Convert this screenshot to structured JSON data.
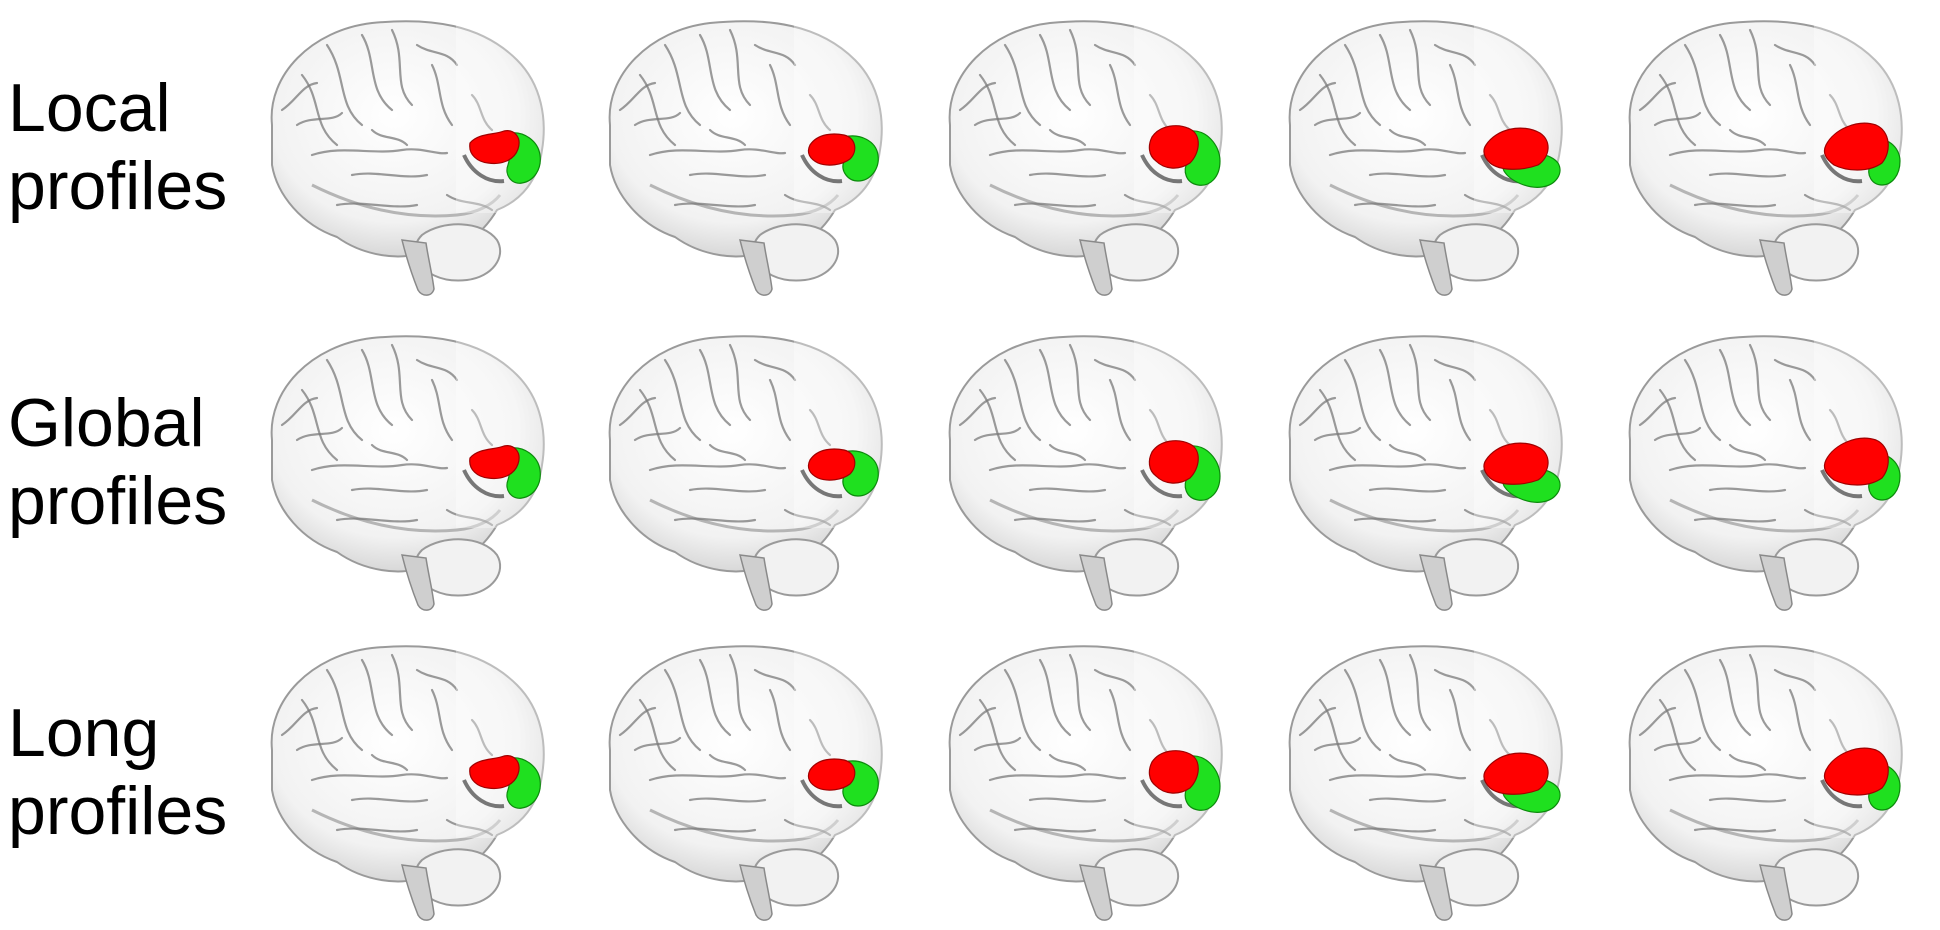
{
  "rows": [
    {
      "line1": "Local",
      "line2": "profiles"
    },
    {
      "line1": "Global",
      "line2": "profiles"
    },
    {
      "line1": "Long",
      "line2": "profiles"
    }
  ],
  "colors": {
    "background": "#ffffff",
    "cortex_light": "#f2f2f2",
    "cortex_mid": "#cfcfcf",
    "cortex_dark": "#7a7a7a",
    "region_red": "#ff0000",
    "region_green": "#1fe01f"
  },
  "panels_per_row": 5,
  "icons": [
    "brain-surface-render",
    "red-region",
    "green-region"
  ]
}
